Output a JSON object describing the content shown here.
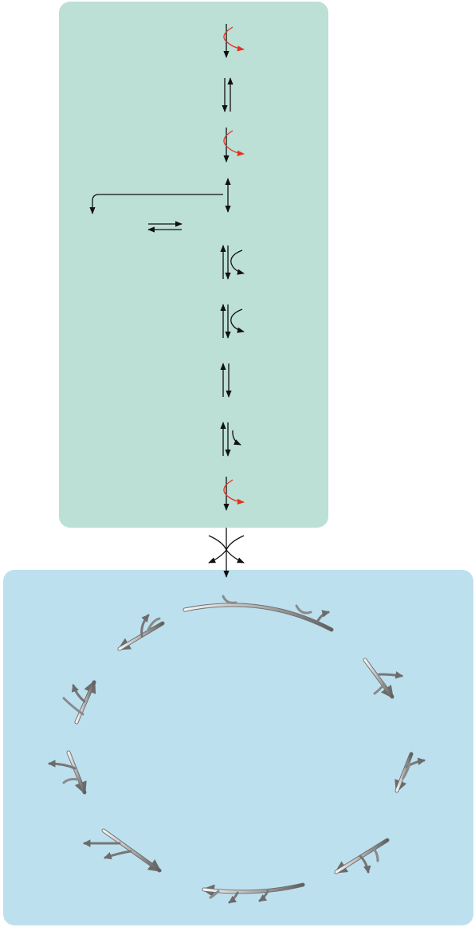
{
  "colors": {
    "top_panel": "#bcdfd6",
    "bottom_panel": "#bde0ee",
    "arrow": "#111111",
    "highlight_arrow": "#e2321f",
    "cycle_light": "#f2f2f2",
    "cycle_dark": "#6b6b6b"
  },
  "pathway": {
    "description_elements": [
      "irreversible-step-red-side-branch",
      "reversible-step",
      "irreversible-step-red-side-branch",
      "branch-point-with-left-branch",
      "reversible-step-black-side-branch",
      "reversible-step-black-side-branch",
      "reversible-step",
      "reversible-step-black-side-branch",
      "irreversible-step-red-side-branch",
      "junction-with-two-inputs-two-outputs"
    ]
  },
  "cycle": {
    "segment_count": 9
  }
}
